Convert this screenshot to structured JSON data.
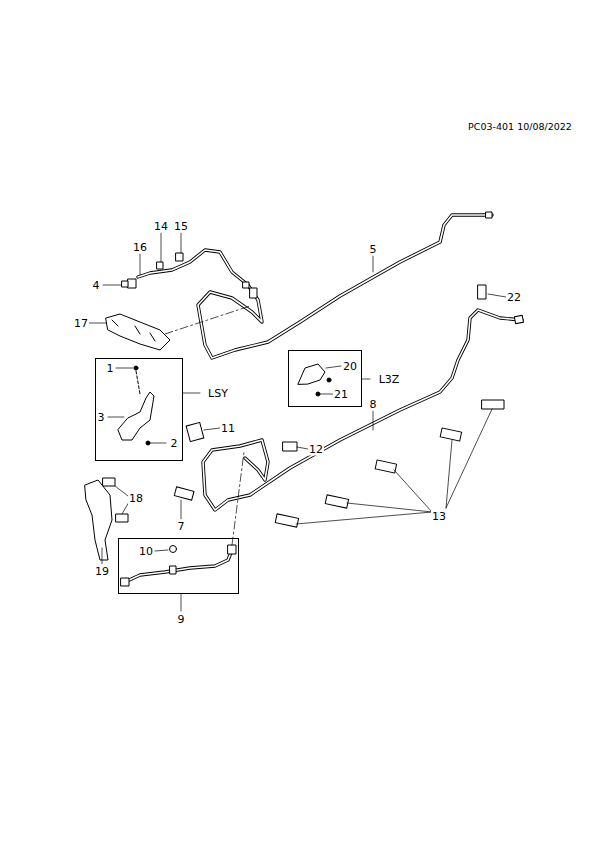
{
  "diagram": {
    "nodes": [
      {
        "text": [
          "1",
          "3",
          "2",
          "LSY"
        ]
      },
      {
        "text": [
          "20",
          "21",
          "L3Z"
        ]
      },
      {
        "text": [
          "10",
          "9"
        ]
      }
    ],
    "labels": [
      "PC03-401 10/08/2022",
      "14",
      "15",
      "16",
      "4",
      "5",
      "17",
      "22",
      "11",
      "12",
      "8",
      "18",
      "19",
      "7",
      "13"
    ]
  }
}
